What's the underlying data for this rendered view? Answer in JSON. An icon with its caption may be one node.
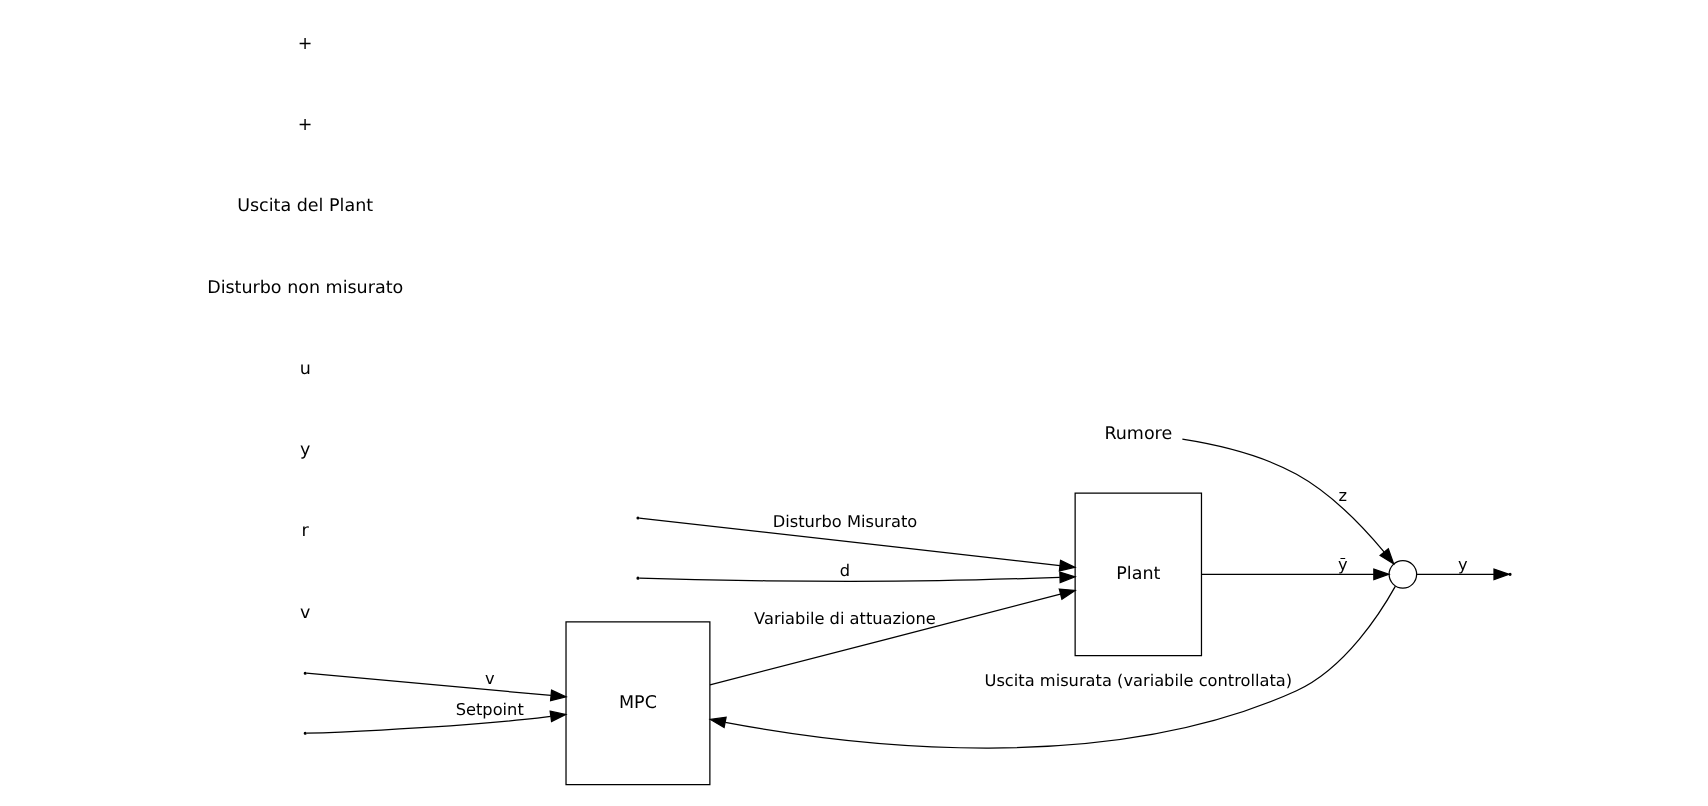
{
  "diagram": {
    "nodes": [
      {
        "text": [
          "MPC"
        ]
      },
      {
        "text": [
          "Plant"
        ]
      },
      {
        "text": [],
        "shape": "circle"
      },
      {
        "text": [
          "Rumore"
        ]
      }
    ],
    "edges": [
      {
        "from": null,
        "to": 0,
        "arrow": "to",
        "label": "v"
      },
      {
        "from": null,
        "to": 1,
        "arrow": "to",
        "label": "Disturbo Misurato"
      },
      {
        "from": null,
        "to": 0,
        "arrow": "to",
        "label": "Setpoint"
      },
      {
        "from": 2,
        "to": 0,
        "arrow": "to",
        "label": "Uscita misurata (variabile controllata)"
      },
      {
        "from": 0,
        "to": 1,
        "arrow": "to",
        "label": "Variabile di attuazione"
      },
      {
        "from": null,
        "to": 1,
        "arrow": "to",
        "label": "d"
      },
      {
        "from": 1,
        "to": 2,
        "arrow": "to",
        "label": "ȳ"
      },
      {
        "from": 3,
        "to": 2,
        "arrow": "to",
        "label": "z"
      },
      {
        "from": 2,
        "to": null,
        "arrow": "to",
        "label": "y"
      }
    ],
    "labels": [
      "v",
      "r",
      "y",
      "u",
      "Disturbo non misurato",
      "Uscita del Plant",
      "+",
      "+"
    ]
  }
}
